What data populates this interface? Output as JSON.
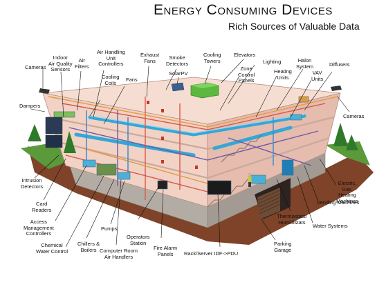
{
  "header": {
    "title": "Energy Consuming Devices",
    "subtitle": "Rich Sources of Valuable Data"
  },
  "labels": {
    "cameras_left": "Cameras",
    "indoor_air": "Indoor\nAir Quality\nSensors",
    "air_filters": "Air\nFilters",
    "air_handling": "Air Handling\nUnit\nControllers",
    "exhaust_fans": "Exhaust\nFans",
    "smoke_detectors": "Smoke\nDetectors",
    "solar_pv": "SolarPV",
    "cooling_towers": "Cooling\nTowers",
    "elevators": "Elevators",
    "lighting": "Lighting",
    "halon_system": "Halon\nSystem",
    "diffusers": "Diffusers",
    "cooling_coils": "Cooling\nCoils",
    "fans": "Fans",
    "zone_control": "Zone\nControl\nPanels",
    "heating_units": "Heating\nUnits",
    "vav_units": "VAV\nUnits",
    "dampers": "Dampers",
    "cameras_right": "Cameras",
    "intrusion": "Intrusion\nDetectors",
    "card_readers": "Card\nReaders",
    "access_mgmt": "Access\nManagement\nControllers",
    "chemical_water": "Chemical\nWater Control",
    "chillers": "Chillers &\nBoilers",
    "pumps": "Pumps",
    "computer_room": "Computer Room\nAir Handlers",
    "operators": "Operators\nStation",
    "fire_alarm": "Fire Alarm\nPanels",
    "rack_server": "Rack/Server IDF->PDU",
    "parking": "Parking\nGarage",
    "thermostats": "Thermostats/\nHumidistats",
    "water_systems": "Water Systems",
    "vending": "Vending Machines",
    "electric_gas": "Electric,\nGas,\nHeating\nMachines"
  },
  "colors": {
    "wall": "#f1d2c5",
    "wall_shade": "#e5bcae",
    "floor_edge": "#c9a99c",
    "duct_blue": "#35a7d6",
    "pipe_red": "#d9574b",
    "pipe_purple": "#6e5aa3",
    "pipe_orange": "#e59a3a",
    "earth": "#8a4a2e",
    "grass": "#5a9a3a",
    "stone": "#b3aca4"
  },
  "icons": [
    "camera-icon",
    "tree-icon",
    "cooling-tower-icon",
    "solar-panel-icon",
    "stair-icon"
  ]
}
